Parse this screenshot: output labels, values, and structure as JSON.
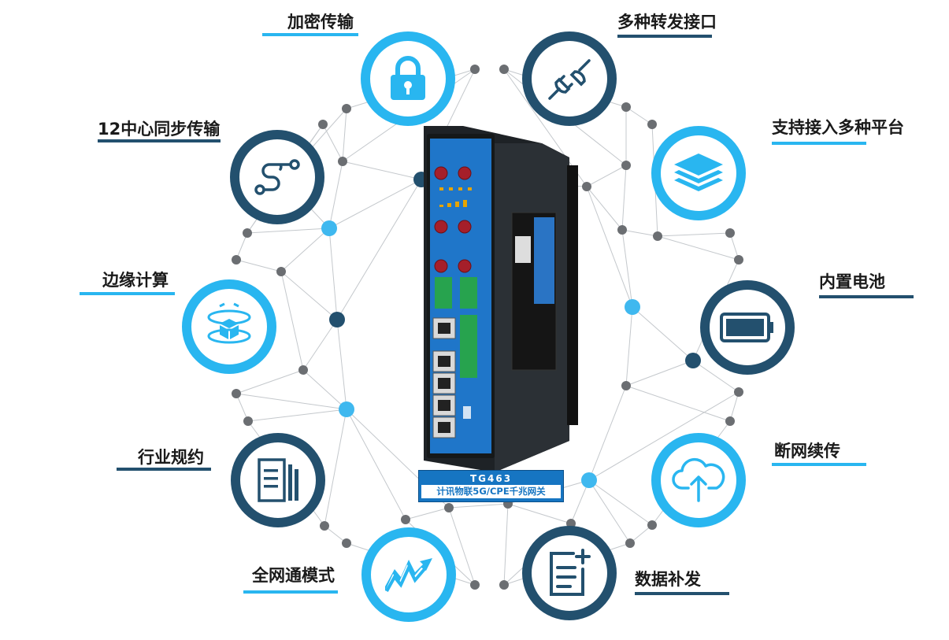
{
  "features": [
    {
      "id": "encrypt",
      "label": "加密传输",
      "icon": "lock-icon",
      "ring": "blue"
    },
    {
      "id": "forward",
      "label": "多种转发接口",
      "icon": "plug-icon",
      "ring": "dark"
    },
    {
      "id": "sync",
      "label": "12中心同步传输",
      "icon": "route-icon",
      "ring": "dark"
    },
    {
      "id": "platform",
      "label": "支持接入多种平台",
      "icon": "layers-icon",
      "ring": "blue"
    },
    {
      "id": "edge",
      "label": "边缘计算",
      "icon": "orbit-cube-icon",
      "ring": "blue"
    },
    {
      "id": "battery",
      "label": "内置电池",
      "icon": "battery-icon",
      "ring": "dark"
    },
    {
      "id": "protocol",
      "label": "行业规约",
      "icon": "document-icon",
      "ring": "dark"
    },
    {
      "id": "resume",
      "label": "断网续传",
      "icon": "cloud-upload-icon",
      "ring": "blue"
    },
    {
      "id": "allnet",
      "label": "全网通模式",
      "icon": "signal-trend-icon",
      "ring": "blue"
    },
    {
      "id": "resend",
      "label": "数据补发",
      "icon": "note-add-icon",
      "ring": "dark"
    }
  ],
  "device": {
    "model": "TG463",
    "description": "计讯物联5G/CPE千兆网关"
  },
  "colors": {
    "accent_blue": "#29b6f0",
    "accent_dark": "#23506e",
    "device_blue": "#1675c2"
  }
}
